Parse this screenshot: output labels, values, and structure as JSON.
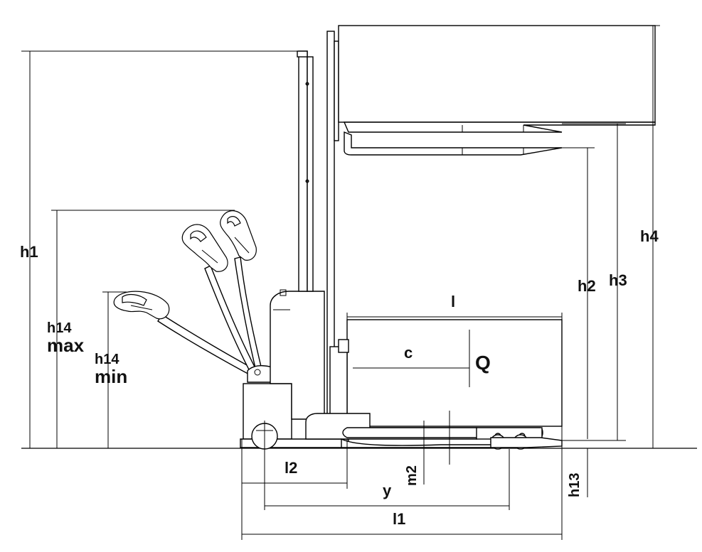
{
  "labels": {
    "h1": "h1",
    "h2": "h2",
    "h3": "h3",
    "h4": "h4",
    "h13": "h13",
    "h14_max_top": "h14",
    "h14_max_bottom": "max",
    "h14_min_top": "h14",
    "h14_min_bottom": "min",
    "l": "l",
    "c": "c",
    "q": "Q",
    "l1": "l1",
    "l2": "l2",
    "y": "y",
    "m2": "m2"
  }
}
